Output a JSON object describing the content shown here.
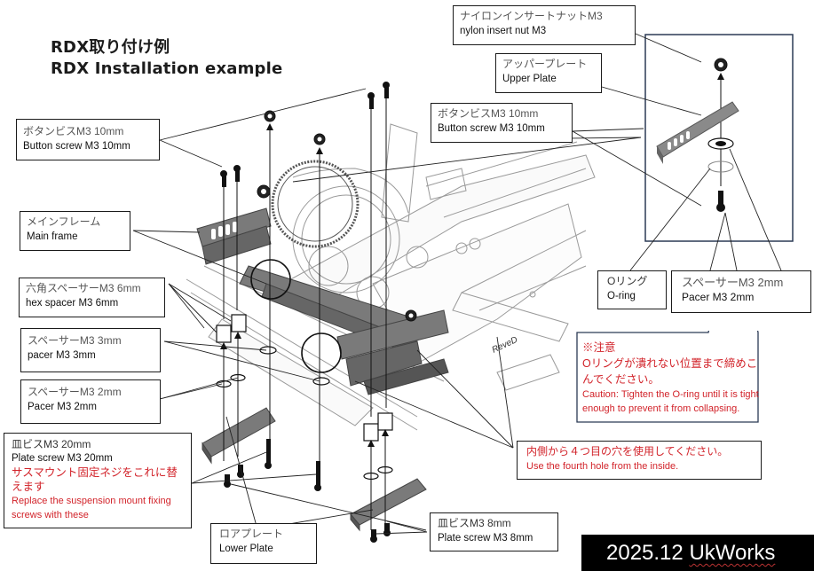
{
  "title": {
    "line1": "RDX取り付け例",
    "line2": "RDX Installation example"
  },
  "labels": {
    "nylon_nut": {
      "jp": "ナイロンインサートナットM3",
      "en": "nylon insert nut M3"
    },
    "upper_plate": {
      "jp": "アッパープレート",
      "en": "Upper Plate"
    },
    "button_screw_left": {
      "jp": "ボタンビスM3 10mm",
      "en": "Button screw M3 10mm"
    },
    "button_screw_right": {
      "jp": "ボタンビスM3 10mm",
      "en": "Button screw M3 10mm"
    },
    "main_frame": {
      "jp": "メインフレーム",
      "en": "Main frame"
    },
    "hex_spacer": {
      "jp": "六角スペーサーM3 6mm",
      "en": "hex spacer M3 6mm"
    },
    "spacer_3mm": {
      "jp": "スペーサーM3 3mm",
      "en": "pacer M3 3mm"
    },
    "spacer_2mm_left": {
      "jp": "スペーサーM3 2mm",
      "en": "Pacer M3 2mm"
    },
    "plate_screw_20": {
      "jp": "皿ビスM3 20mm",
      "en": "Plate screw M3 20mm",
      "note_jp": "サスマウント固定ネジをこれに替えます",
      "note_en": "Replace the suspension mount fixing screws with these"
    },
    "lower_plate": {
      "jp": "ロアプレート",
      "en": "Lower Plate"
    },
    "plate_screw_8": {
      "jp": "皿ビスM3 8mm",
      "en": "Plate screw M3 8mm"
    },
    "o_ring": {
      "jp": "Oリング",
      "en": "O-ring"
    },
    "spacer_2mm_right": {
      "jp": "スペーサーM3 2mm",
      "en": "Pacer M3 2mm"
    },
    "fourth_hole": {
      "jp": "内側から４つ目の穴を使用してください。",
      "en": "Use the fourth hole from the inside."
    }
  },
  "caution": {
    "head": "※注意",
    "jp": "Oリングが潰れない位置まで締めこんでください。",
    "en": "Caution: Tighten the O-ring until it is tight enough to prevent it from collapsing."
  },
  "credit": {
    "year": "2025.12",
    "author": "UkWorks"
  },
  "illustration": {
    "brand_mark": "ReveD"
  },
  "colors": {
    "accent_red": "#d2232a",
    "inset_border": "#2b3a55",
    "plate_gray": "#7a7a7a"
  }
}
